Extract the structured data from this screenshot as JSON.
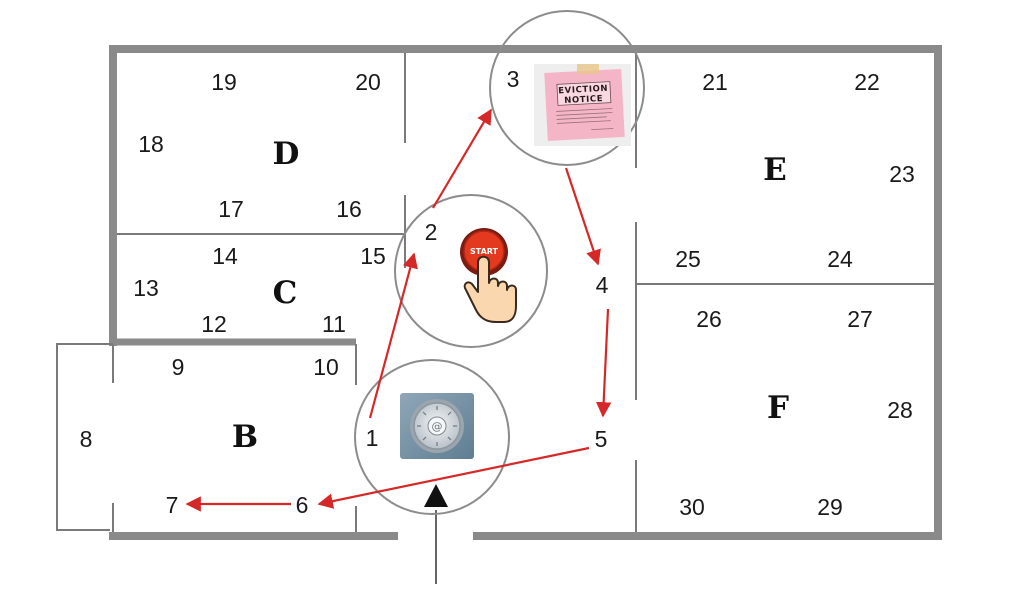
{
  "rooms": {
    "B": "B",
    "C": "C",
    "D": "D",
    "E": "E",
    "F": "F"
  },
  "numbers": {
    "n1": "1",
    "n2": "2",
    "n3": "3",
    "n4": "4",
    "n5": "5",
    "n6": "6",
    "n7": "7",
    "n8": "8",
    "n9": "9",
    "n10": "10",
    "n11": "11",
    "n12": "12",
    "n13": "13",
    "n14": "14",
    "n15": "15",
    "n16": "16",
    "n17": "17",
    "n18": "18",
    "n19": "19",
    "n20": "20",
    "n21": "21",
    "n22": "22",
    "n23": "23",
    "n24": "24",
    "n25": "25",
    "n26": "26",
    "n27": "27",
    "n28": "28",
    "n29": "29",
    "n30": "30"
  },
  "notice": {
    "line1": "EVICTION",
    "line2": "NOTICE"
  },
  "start_button": {
    "label": "START"
  },
  "icons": {
    "clock": "wall-clock-at-symbol-icon",
    "eviction": "eviction-notice-icon",
    "start": "start-button-press-icon",
    "entrance": "entrance-arrow-icon"
  },
  "colors": {
    "wall": "#8a8a8a",
    "thin_wall": "#7a7a7a",
    "path_arrow": "#d62828",
    "circle": "#8c8c8c",
    "notice_paper": "#f4b6c6",
    "start_red": "#e2391f"
  }
}
